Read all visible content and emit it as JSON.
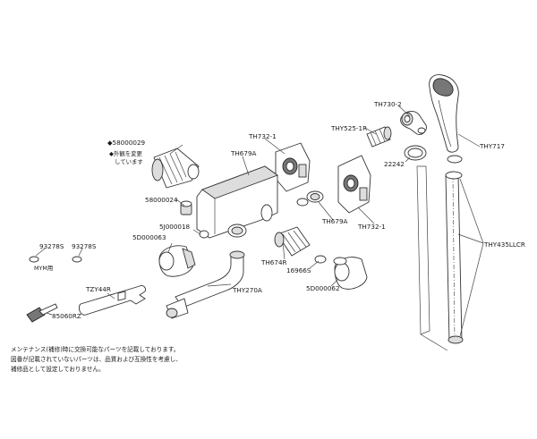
{
  "labels": {
    "th730_2": "TH730-2",
    "thy717": "THY717",
    "thy525_1r": "THY525-1R",
    "th732_1_top": "TH732-1",
    "th732_1_bottom": "TH732-1",
    "p22242": "22242",
    "th679a_left": "TH679A",
    "th679a_right": "TH679A",
    "p58000029": "◆58000029",
    "gaikan_1": "◆外観を変更",
    "gaikan_2": "しています",
    "p58000024": "58000024",
    "p5j000018": "5J000018",
    "p5d000063": "5D000063",
    "th674r": "TH674R",
    "p16966s": "16966S",
    "p5d000062": "5D000062",
    "thy435llcr": "THY435LLCR",
    "thy270a": "THY270A",
    "p93278s_1": "93278S",
    "p93278s_2": "93278S",
    "mym": "MYM用",
    "tzy44r": "TZY44R",
    "p85060rz": "85060RZ"
  },
  "notes": [
    "メンテナンス(補修)時に交換可能なパーツを記載しております。",
    "図番が記載されていないパーツは、品質および互換性を考慮し、",
    "補修品として設定しておりません。"
  ]
}
